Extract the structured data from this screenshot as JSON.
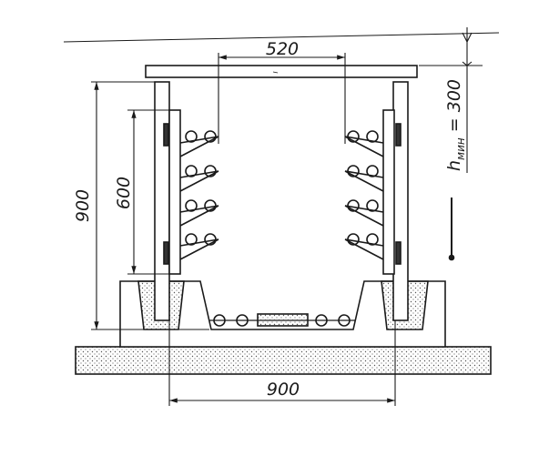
{
  "dimensions": {
    "top_width": "520",
    "left_outer_height": "900",
    "left_inner_height": "600",
    "bottom_width": "900",
    "right_clearance_h": "h",
    "right_clearance_sub": "мин",
    "right_clearance_value": " = 300"
  },
  "colors": {
    "line": "#1a1a1a",
    "fill": "#ffffff",
    "dots": "#555555"
  }
}
